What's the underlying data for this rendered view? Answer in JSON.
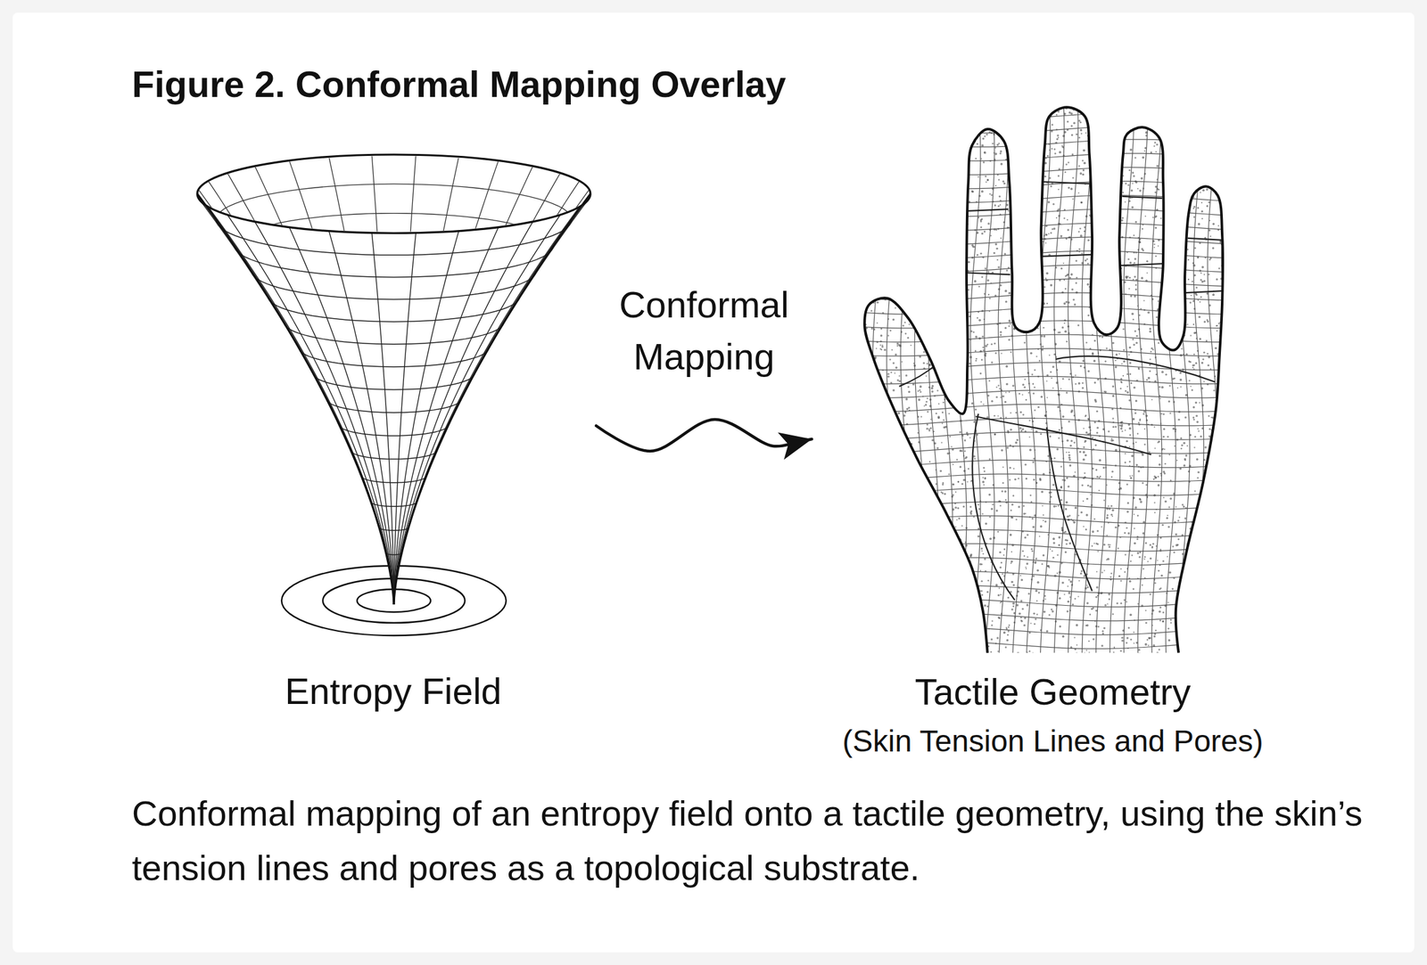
{
  "diagram": {
    "title": "Figure 2. Conformal Mapping Overlay",
    "caption": "Conformal mapping of an entropy field onto a tactile geometry, using the skin’s tension lines and pores as a topological substrate.",
    "nodes": [
      {
        "text": [
          "Entropy Field"
        ]
      },
      {
        "text": [
          "Tactile Geometry",
          "(Skin Tension Lines and Pores)"
        ]
      }
    ],
    "edges": [
      {
        "from": 0,
        "to": 1,
        "arrow": "to",
        "label": "Conformal Mapping"
      }
    ]
  }
}
